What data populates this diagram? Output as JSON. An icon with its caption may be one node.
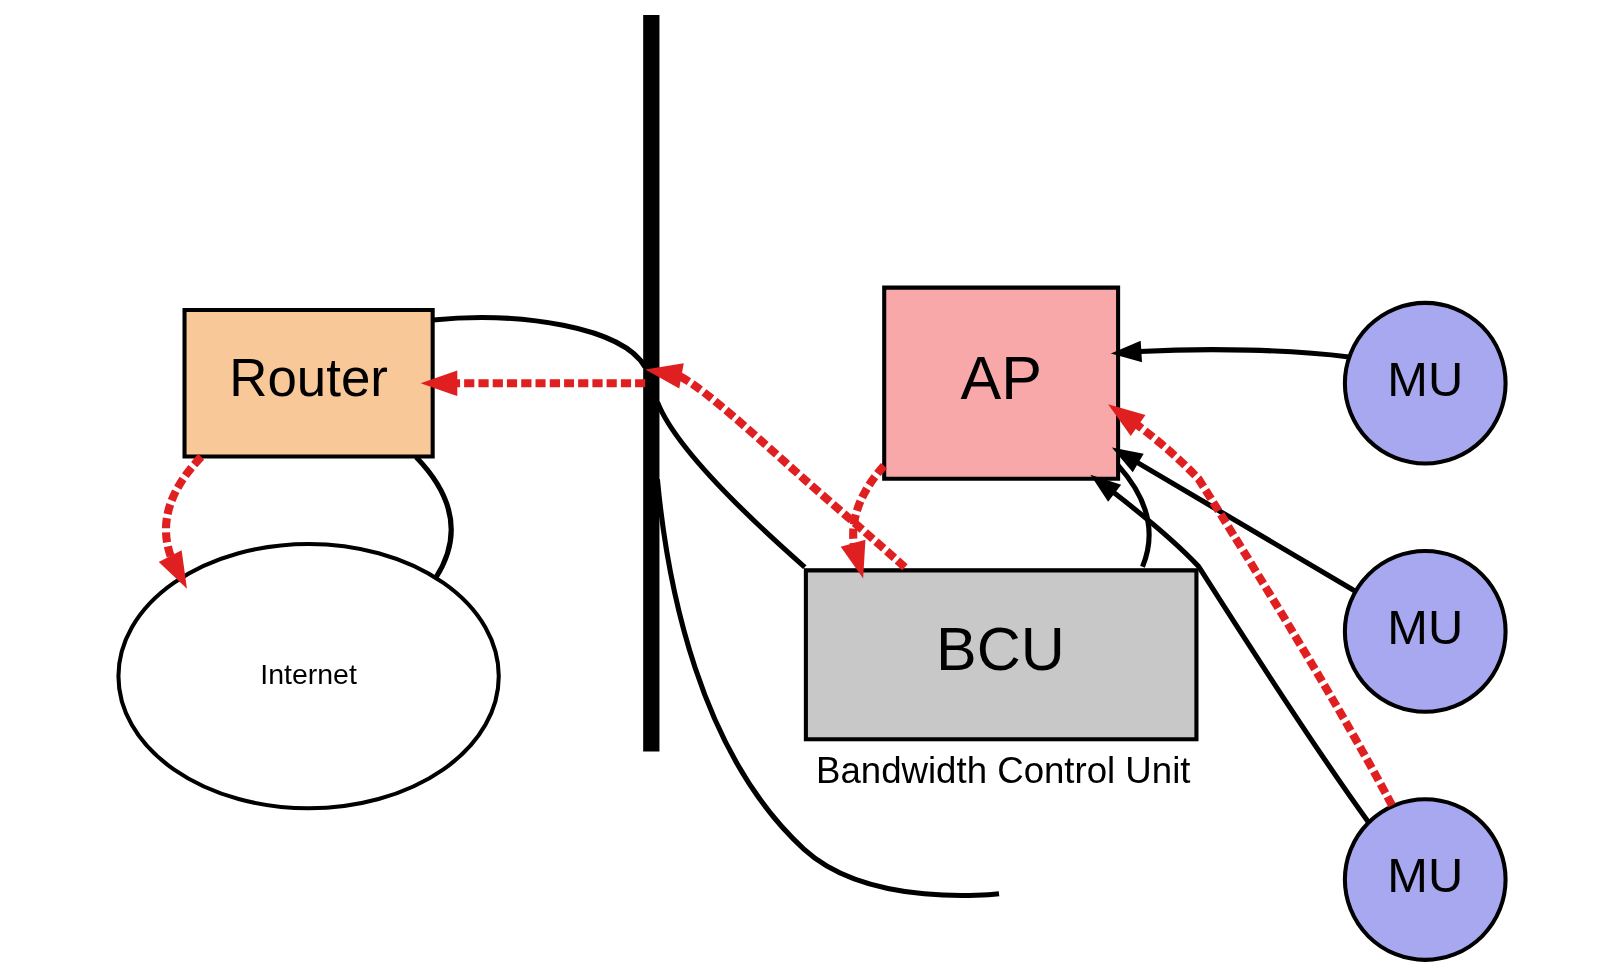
{
  "diagram": {
    "nodes": [
      {
        "text": [
          "Internet"
        ]
      },
      {
        "text": [
          "AP"
        ]
      },
      {
        "text": [
          "MU"
        ]
      },
      {
        "text": [
          "MU"
        ]
      },
      {
        "text": [
          "MU"
        ]
      },
      {
        "text": [
          "BCU"
        ],
        "beside": [
          "Bandwidth Control Unit"
        ]
      },
      {
        "text": [
          "Router"
        ]
      },
      {
        "text": [],
        "shape": "bar"
      }
    ],
    "edges": [
      {
        "from": 2,
        "to": 1,
        "arrow": "to"
      },
      {
        "from": 3,
        "to": 1,
        "arrow": "to"
      },
      {
        "from": 4,
        "to": 1,
        "arrow": "to"
      },
      {
        "from": 4,
        "to": 1,
        "arrow": "to",
        "style": "dashed",
        "color": "#e02020"
      },
      {
        "from": 1,
        "to": 5,
        "arrow": "none"
      },
      {
        "from": 1,
        "to": 5,
        "arrow": "to",
        "style": "dashed",
        "color": "#e02020"
      },
      {
        "from": 5,
        "to": 7,
        "arrow": "none"
      },
      {
        "from": 5,
        "to": 7,
        "arrow": "to",
        "style": "dashed",
        "color": "#e02020"
      },
      {
        "from": 7,
        "to": 6,
        "arrow": "to",
        "style": "dashed",
        "color": "#e02020"
      },
      {
        "from": 6,
        "to": 7,
        "arrow": "none"
      },
      {
        "from": 7,
        "to": null,
        "arrow": "none"
      },
      {
        "from": 6,
        "to": 0,
        "arrow": "none"
      },
      {
        "from": 6,
        "to": 0,
        "arrow": "to",
        "style": "dashed",
        "color": "#e02020"
      }
    ]
  }
}
